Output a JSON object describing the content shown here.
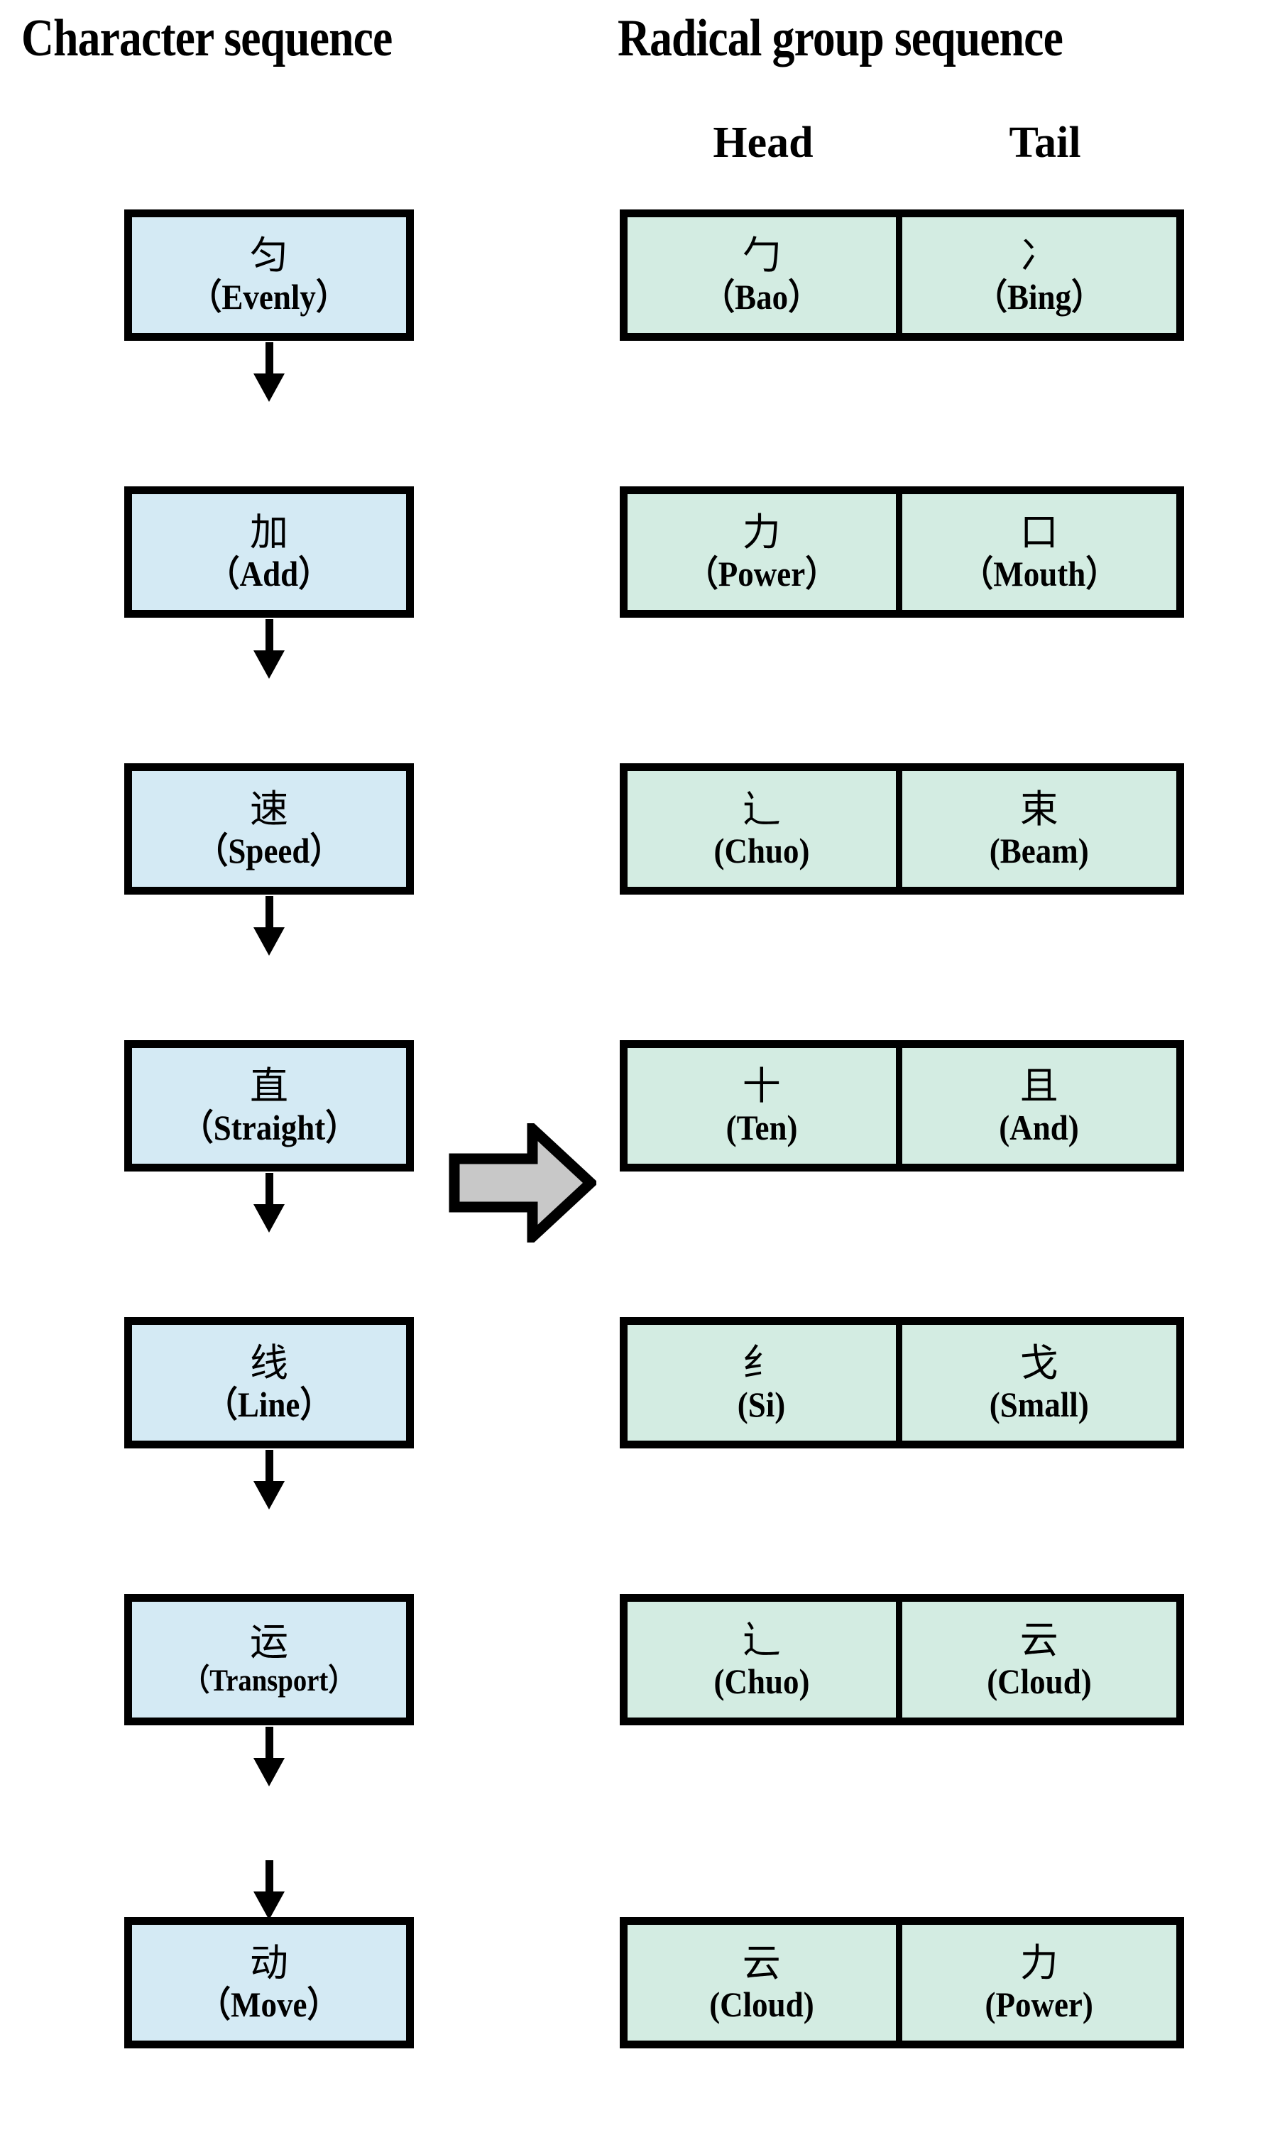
{
  "headers": {
    "character_column": "Character sequence",
    "radical_column": "Radical group sequence",
    "head": "Head",
    "tail": "Tail"
  },
  "colors": {
    "character_box_fill": "#d4eaf4",
    "radical_box_fill": "#d3ece2",
    "box_border": "#000000",
    "block_arrow_fill": "#c8c8c8",
    "block_arrow_outline": "#000000",
    "background": "#ffffff"
  },
  "icons": {
    "flow_arrow": "down-arrow-icon",
    "mapping_arrow": "right-block-arrow-icon"
  },
  "rows": [
    {
      "character": {
        "glyph": "匀",
        "gloss": "（Evenly）"
      },
      "head": {
        "glyph": "勹",
        "gloss": "（Bao）"
      },
      "tail": {
        "glyph": "冫",
        "gloss": "（Bing）"
      }
    },
    {
      "character": {
        "glyph": "加",
        "gloss": "（Add）"
      },
      "head": {
        "glyph": "力",
        "gloss": "（Power）"
      },
      "tail": {
        "glyph": "口",
        "gloss": "（Mouth）"
      }
    },
    {
      "character": {
        "glyph": "速",
        "gloss": "（Speed）"
      },
      "head": {
        "glyph": "辶",
        "gloss": "(Chuo)"
      },
      "tail": {
        "glyph": "束",
        "gloss": "(Beam)"
      }
    },
    {
      "character": {
        "glyph": "直",
        "gloss": "（Straight）"
      },
      "head": {
        "glyph": "十",
        "gloss": "(Ten)"
      },
      "tail": {
        "glyph": "且",
        "gloss": "(And)"
      }
    },
    {
      "character": {
        "glyph": "线",
        "gloss": "（Line）"
      },
      "head": {
        "glyph": "纟",
        "gloss": "(Si)"
      },
      "tail": {
        "glyph": "戈",
        "gloss": "(Small)"
      }
    },
    {
      "character": {
        "glyph": "运",
        "gloss": "（Transport）"
      },
      "head": {
        "glyph": "辶",
        "gloss": "(Chuo)"
      },
      "tail": {
        "glyph": "云",
        "gloss": "(Cloud)"
      }
    },
    {
      "character": {
        "glyph": "动",
        "gloss": "（Move）"
      },
      "head": {
        "glyph": "云",
        "gloss": "(Cloud)"
      },
      "tail": {
        "glyph": "力",
        "gloss": "(Power)"
      }
    }
  ]
}
